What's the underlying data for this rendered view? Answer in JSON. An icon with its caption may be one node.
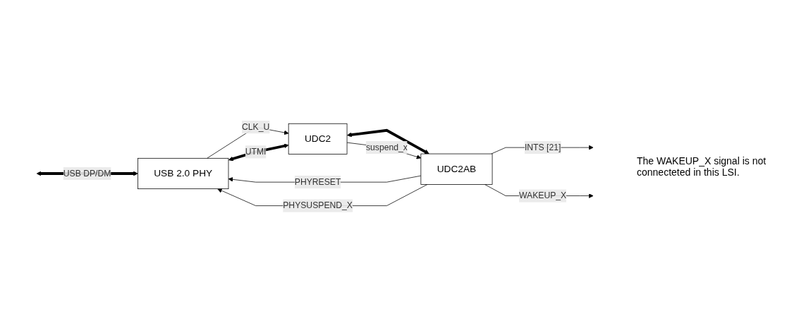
{
  "diagram": {
    "nodes": [
      {
        "text": [
          "USB 2.0 PHY"
        ]
      },
      {
        "text": [
          "UDC2"
        ]
      },
      {
        "text": [
          "UDC2AB"
        ]
      }
    ],
    "edges": [
      {
        "from": null,
        "to": 0,
        "arrow": "both",
        "label": "USB DP/DM",
        "style": "thick"
      },
      {
        "from": 2,
        "to": 0,
        "arrow": "to",
        "label": "PHYRESET"
      },
      {
        "from": 2,
        "to": 0,
        "arrow": "to",
        "label": "PHYSUSPEND_X"
      },
      {
        "from": 0,
        "to": 1,
        "arrow": "to",
        "label": "CLK_U"
      },
      {
        "from": 0,
        "to": 1,
        "arrow": "both",
        "label": "UTMI",
        "style": "thick"
      },
      {
        "from": 1,
        "to": 2,
        "arrow": "both",
        "style": "thick"
      },
      {
        "from": 1,
        "to": 2,
        "arrow": "to",
        "label": "suspend_x"
      },
      {
        "from": 2,
        "to": null,
        "arrow": "to",
        "label": "INTS [21]"
      },
      {
        "from": 2,
        "to": null,
        "arrow": "to",
        "label": "WAKEUP_X"
      }
    ],
    "labels": [
      "The WAKEUP_X signal is not connecteted in this LSI."
    ]
  }
}
